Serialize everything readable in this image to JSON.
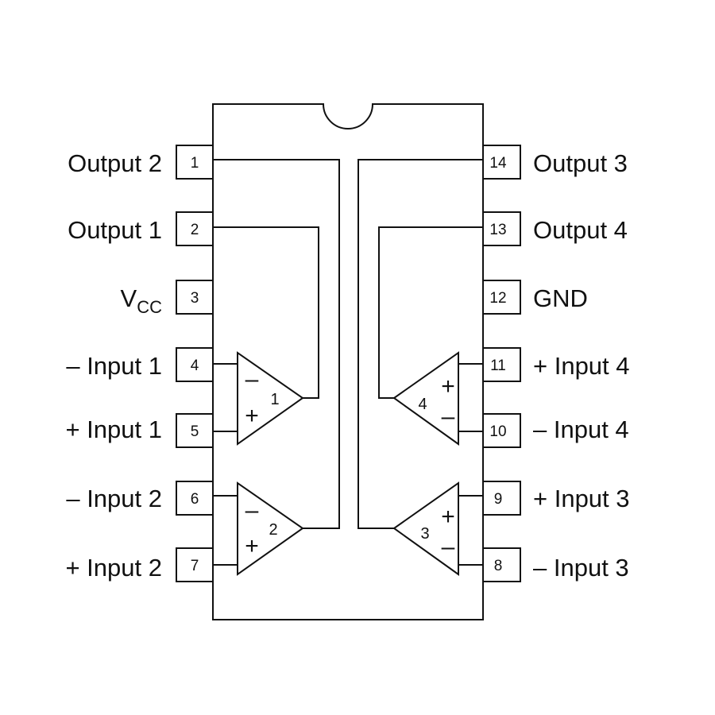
{
  "left_pins": [
    {
      "num": "1",
      "label": "Output 2"
    },
    {
      "num": "2",
      "label": "Output 1"
    },
    {
      "num": "3",
      "label": "V",
      "sub": "CC"
    },
    {
      "num": "4",
      "label": "– Input 1"
    },
    {
      "num": "5",
      "label": "+ Input 1"
    },
    {
      "num": "6",
      "label": "– Input 2"
    },
    {
      "num": "7",
      "label": "+ Input 2"
    }
  ],
  "right_pins": [
    {
      "num": "14",
      "label": "Output 3"
    },
    {
      "num": "13",
      "label": "Output 4"
    },
    {
      "num": "12",
      "label": "GND"
    },
    {
      "num": "11",
      "label": "+ Input 4"
    },
    {
      "num": "10",
      "label": "– Input 4"
    },
    {
      "num": "9",
      "label": "+ Input 3"
    },
    {
      "num": "8",
      "label": "– Input 3"
    }
  ],
  "amplifiers": [
    {
      "id": "1",
      "top_sign": "–",
      "bottom_sign": "+"
    },
    {
      "id": "2",
      "top_sign": "–",
      "bottom_sign": "+"
    },
    {
      "id": "4",
      "top_sign": "+",
      "bottom_sign": "–"
    },
    {
      "id": "3",
      "top_sign": "+",
      "bottom_sign": "–"
    }
  ]
}
